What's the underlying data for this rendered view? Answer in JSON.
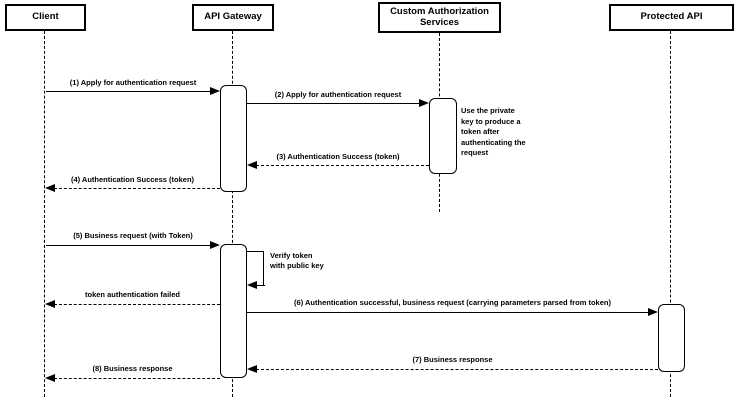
{
  "colors": {
    "stroke": "#000000",
    "background": "#ffffff"
  },
  "participants": [
    {
      "name": "Client"
    },
    {
      "name": "API Gateway"
    },
    {
      "name": "Custom Authorization Services"
    },
    {
      "name": "Protected API"
    }
  ],
  "messages": [
    {
      "label": "(1) Apply for authentication request",
      "from": "Client",
      "to": "API Gateway",
      "line": "solid"
    },
    {
      "label": "(2) Apply for authentication request",
      "from": "API Gateway",
      "to": "Custom Authorization Services",
      "line": "solid"
    },
    {
      "label": "(3) Authentication Success (token)",
      "from": "Custom Authorization Services",
      "to": "API Gateway",
      "line": "dashed"
    },
    {
      "label": "(4) Authentication Success (token)",
      "from": "API Gateway",
      "to": "Client",
      "line": "dashed"
    },
    {
      "label": "(5) Business request (with Token)",
      "from": "Client",
      "to": "API Gateway",
      "line": "solid"
    },
    {
      "label": "Verify token\nwith public key",
      "from": "API Gateway",
      "to": "API Gateway",
      "line": "self"
    },
    {
      "label": "token authentication failed",
      "from": "API Gateway",
      "to": "Client",
      "line": "dashed"
    },
    {
      "label": "(6) Authentication successful, business request (carrying parameters parsed from token)",
      "from": "API Gateway",
      "to": "Protected API",
      "line": "solid"
    },
    {
      "label": "(7) Business response",
      "from": "Protected API",
      "to": "API Gateway",
      "line": "dashed"
    },
    {
      "label": "(8) Business response",
      "from": "API Gateway",
      "to": "Client",
      "line": "dashed"
    }
  ],
  "notes": [
    {
      "text": "Use the private key to produce a token after authenticating the request",
      "attached_to": "Custom Authorization Services"
    }
  ]
}
